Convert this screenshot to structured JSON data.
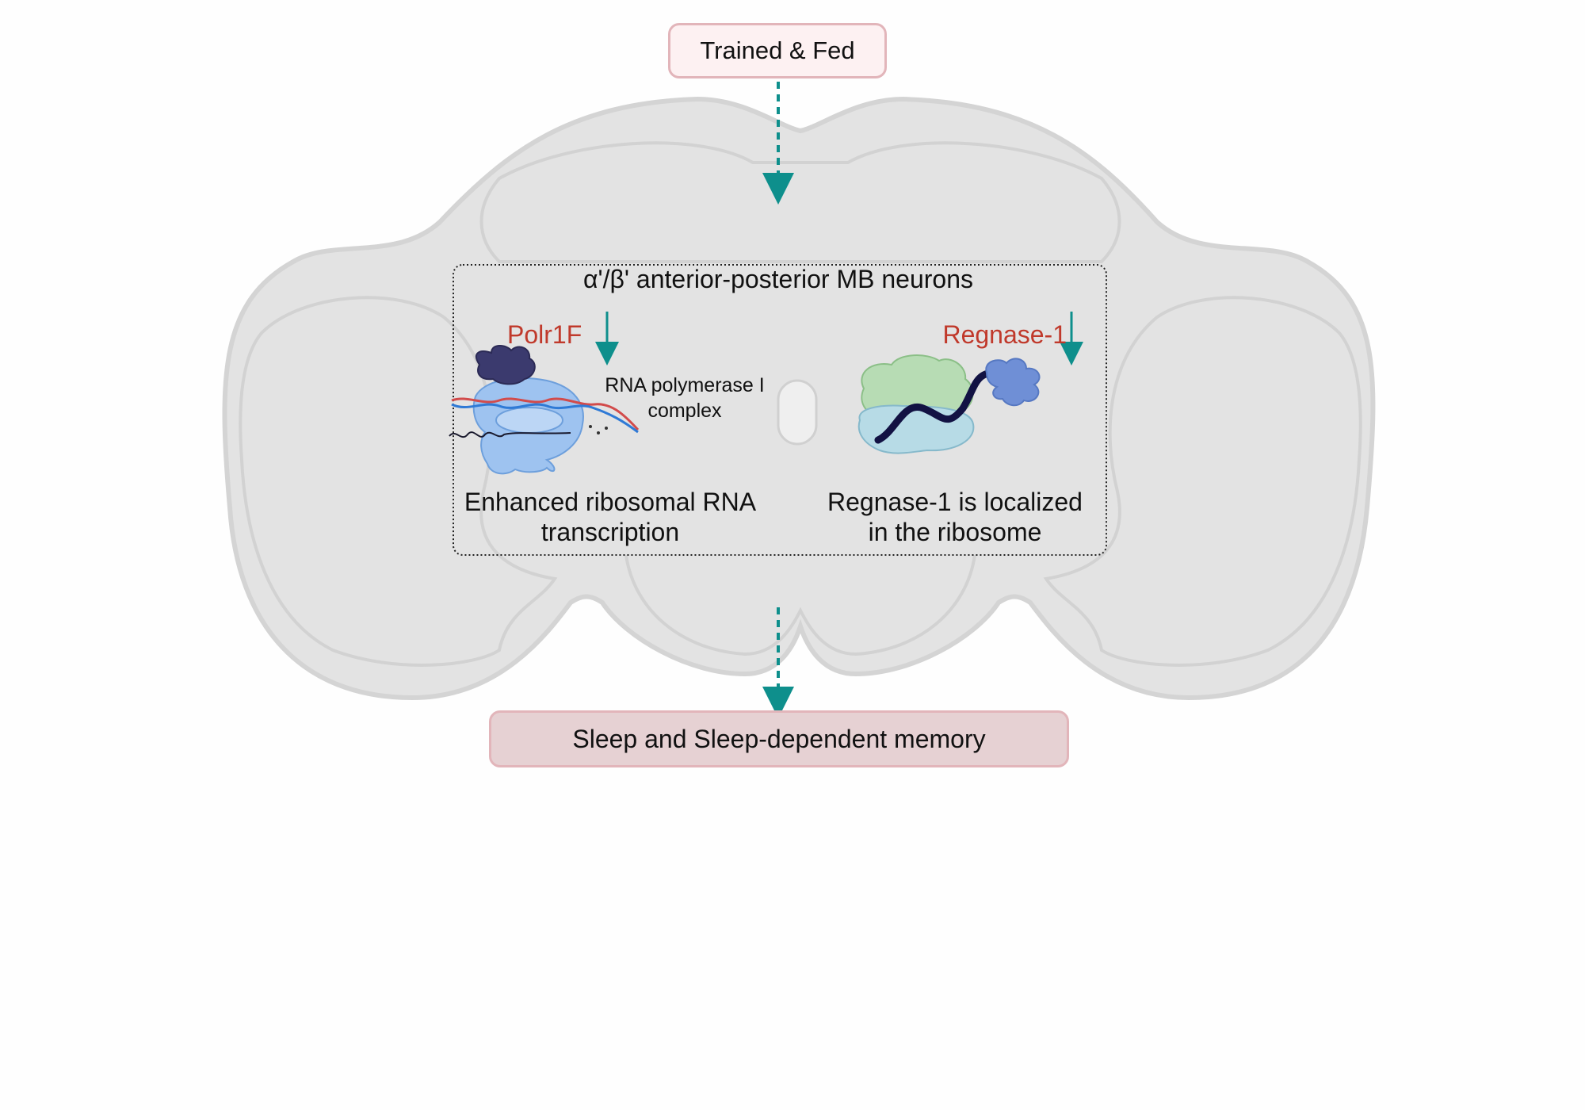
{
  "top_box": {
    "label": "Trained & Fed"
  },
  "region": {
    "title": "α'/β' anterior-posterior MB neurons"
  },
  "left_panel": {
    "gene": "Polr1F",
    "complex_label_line1": "RNA polymerase I",
    "complex_label_line2": "complex",
    "caption_line1": "Enhanced ribosomal RNA",
    "caption_line2": "transcription"
  },
  "right_panel": {
    "gene": "Regnase-1",
    "caption_line1": "Regnase-1 is localized",
    "caption_line2": "in the ribosome"
  },
  "bottom_box": {
    "label": "Sleep and Sleep-dependent memory"
  },
  "colors": {
    "arrow": "#0e8f8c",
    "gene_text": "#c0392b",
    "brain_fill": "#e3e3e3",
    "brain_stroke": "#d2d2d2",
    "box_border": "#e2b5ba",
    "top_box_fill": "#fdf1f2",
    "bottom_box_fill": "#e6d1d3"
  },
  "icons": [
    "brain-outline",
    "rna-polymerase-i-icon",
    "ribosome-icon",
    "down-arrow-icon"
  ]
}
